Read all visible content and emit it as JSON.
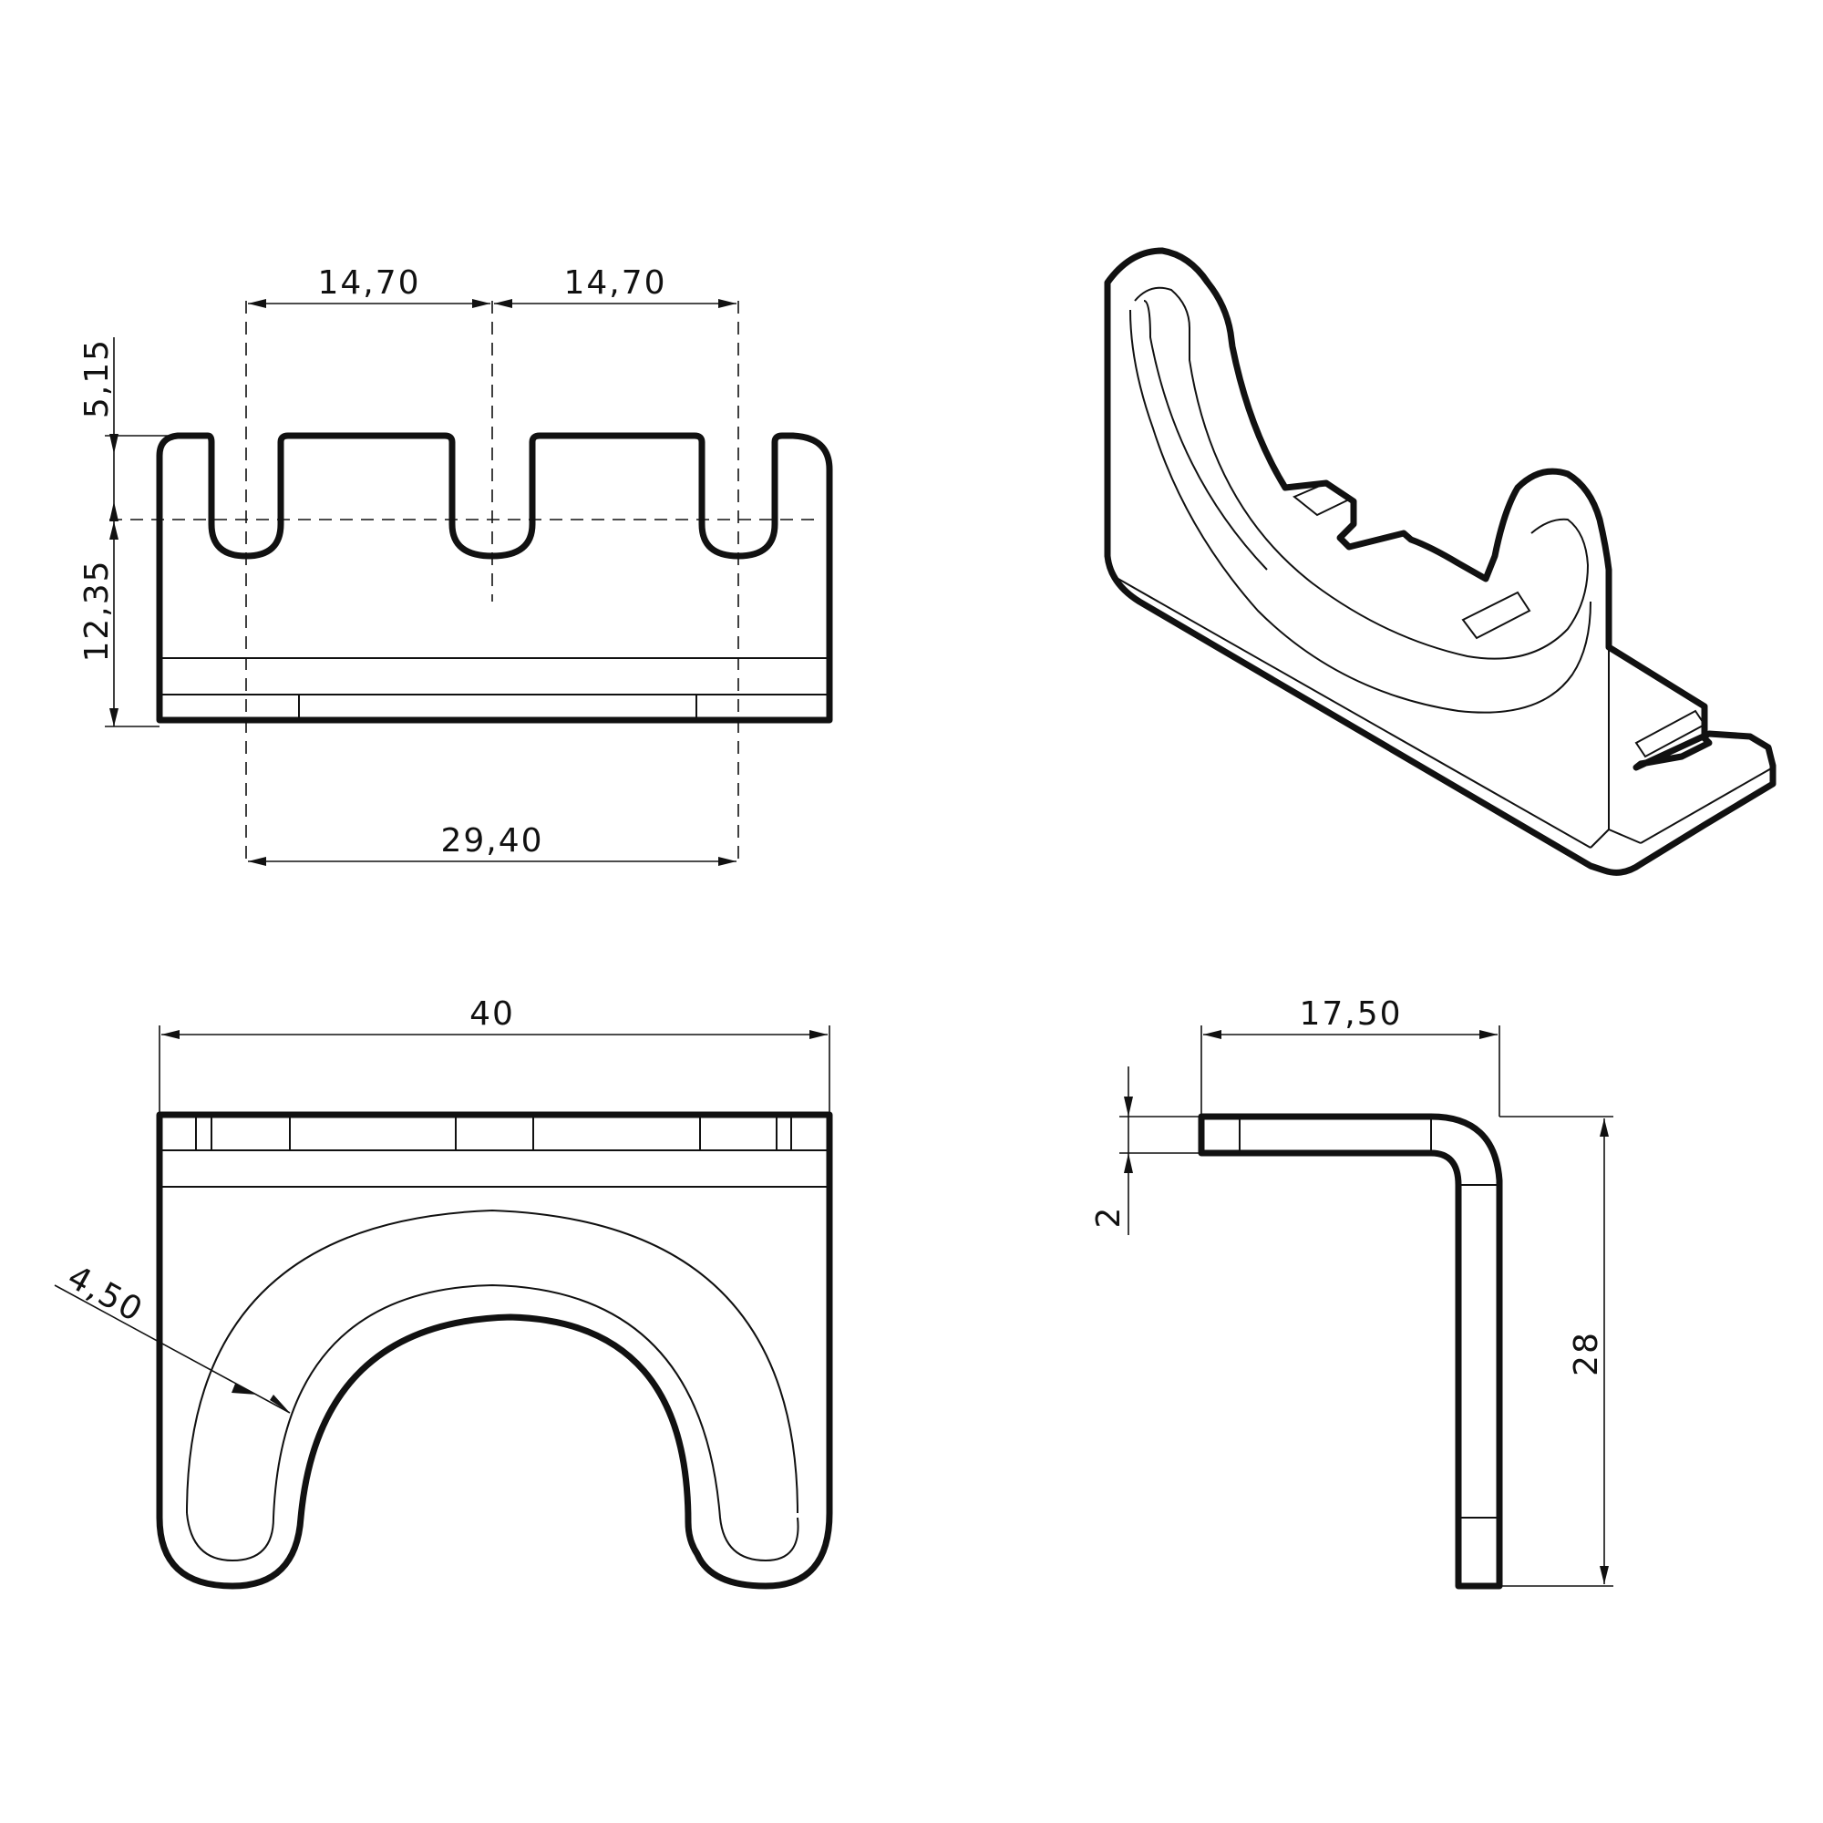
{
  "views": {
    "top": {
      "dims": {
        "pitch_left": "14,70",
        "pitch_right": "14,70",
        "slot_height": "5,15",
        "body_height": "12,35",
        "total_pitch": "29,40"
      }
    },
    "front": {
      "dims": {
        "width": "40",
        "wall": "4,50"
      }
    },
    "side": {
      "dims": {
        "depth": "17,50",
        "thickness": "2",
        "height": "28"
      }
    }
  }
}
